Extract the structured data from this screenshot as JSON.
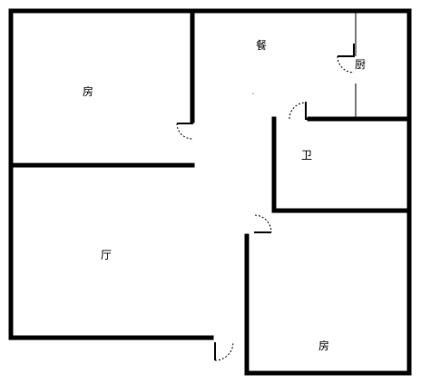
{
  "rooms": {
    "dining": "餐",
    "kitchen": "厨",
    "bedroom_top": "房",
    "bathroom": "卫",
    "living": "厅",
    "bedroom_bottom": "房"
  }
}
